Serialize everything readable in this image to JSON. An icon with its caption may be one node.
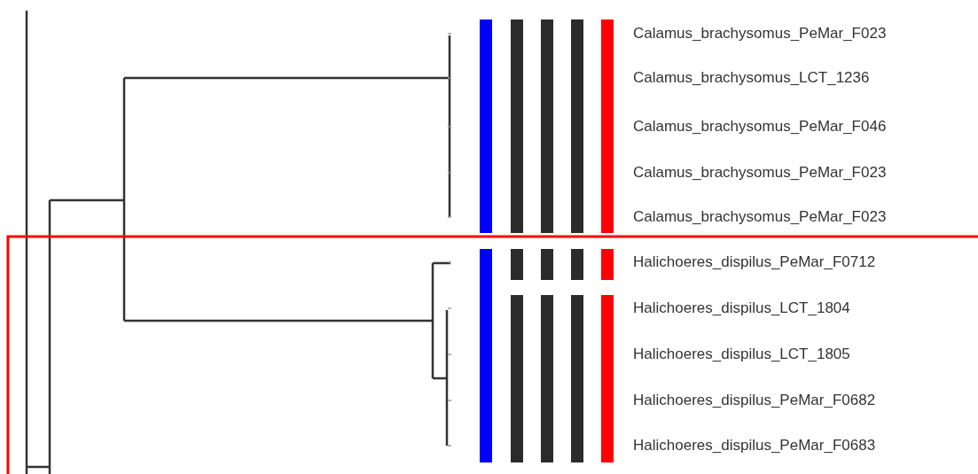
{
  "diagram": {
    "labels": [
      "Calamus_brachysomus_PeMar_F023",
      "Calamus_brachysomus_LCT_1236",
      "Calamus_brachysomus_PeMar_F046",
      "Calamus_brachysomus_PeMar_F023",
      "Calamus_brachysomus_PeMar_F023",
      "Halichoeres_dispilus_PeMar_F0712",
      "Halichoeres_dispilus_LCT_1804",
      "Halichoeres_dispilus_LCT_1805",
      "Halichoeres_dispilus_PeMar_F0682",
      "Halichoeres_dispilus_PeMar_F0683"
    ]
  }
}
